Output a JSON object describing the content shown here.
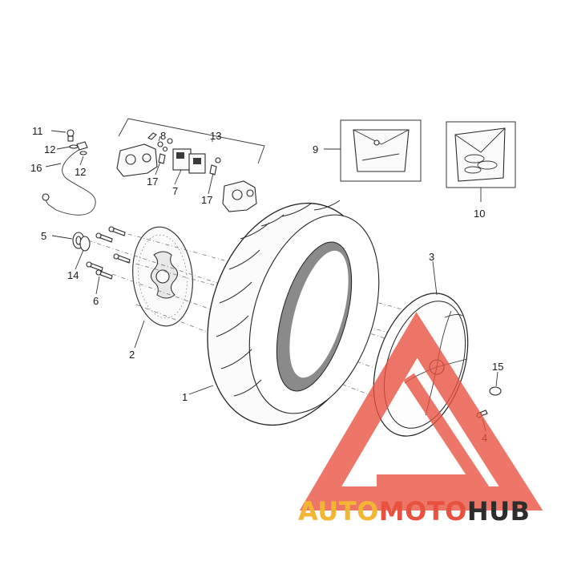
{
  "callouts": {
    "c1": "1",
    "c2": "2",
    "c3": "3",
    "c4": "4",
    "c5": "5",
    "c6": "6",
    "c7": "7",
    "c8": "8",
    "c9": "9",
    "c10": "10",
    "c11": "11",
    "c12a": "12",
    "c12b": "12",
    "c13": "13",
    "c14": "14",
    "c15": "15",
    "c16": "16",
    "c17a": "17",
    "c17b": "17"
  },
  "watermark": {
    "part1": "AUTO",
    "part2": "MOTO",
    "part3": "HUB",
    "colors": {
      "auto": "#f2b632",
      "moto": "#e8503f",
      "hub": "#2d2d2d",
      "triangle": "#e8503f"
    }
  }
}
